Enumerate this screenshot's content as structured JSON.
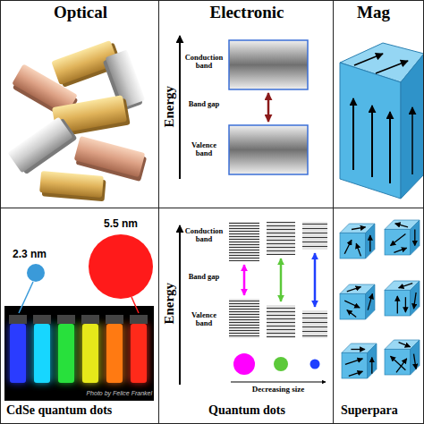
{
  "diagram": {
    "nodes": [
      {
        "text": [
          "Optical"
        ]
      },
      {
        "text": [
          "Electronic"
        ]
      },
      {
        "text": [
          "Mag"
        ]
      },
      {
        "text": [
          "CdSe quantum dots"
        ]
      },
      {
        "text": [
          "Quantum dots"
        ]
      },
      {
        "text": [
          "Superpara"
        ]
      }
    ],
    "labels": [
      "Conduction band",
      "Band gap",
      "Valence band",
      "Energy",
      "5.5 nm",
      "2.3 nm",
      "Photo by Felice Frankel",
      "Conduction band",
      "Band gap",
      "Valence band",
      "Energy",
      "Decreasing size"
    ]
  }
}
